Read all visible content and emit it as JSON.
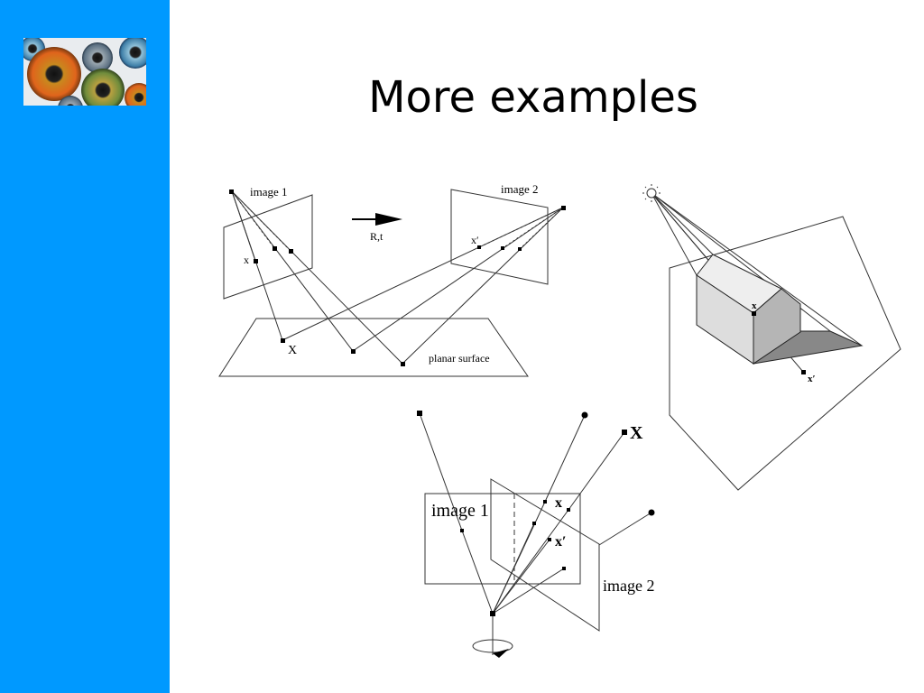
{
  "slide": {
    "title": "More examples",
    "sidebar_color": "#0099ff"
  },
  "diagram_top": {
    "image1_label": "image 1",
    "image2_label": "image 2",
    "motion_label": "R,t",
    "x_label": "x",
    "x_prime_label": "x′",
    "world_point_label": "X",
    "surface_label": "planar surface"
  },
  "diagram_shadow": {
    "light_icon": "sun-icon",
    "x_label": "x",
    "x_prime_label": "x′"
  },
  "diagram_rotation": {
    "image1_label": "image 1",
    "image2_label": "image 2",
    "x_label": "x",
    "x_prime_label": "x′",
    "world_point_label": "X",
    "rotation_icon": "rotation-arrow-icon"
  }
}
